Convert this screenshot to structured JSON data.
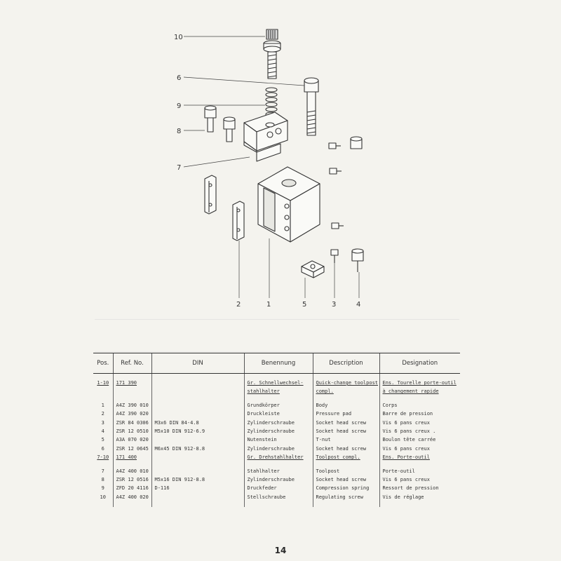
{
  "callouts": {
    "p1": "1",
    "p2": "2",
    "p3": "3",
    "p4": "4",
    "p5": "5",
    "p6": "6",
    "p7": "7",
    "p8": "8",
    "p9": "9",
    "p10": "10"
  },
  "table": {
    "headers": {
      "pos": "Pos.",
      "ref": "Ref. No.",
      "din": "DIN",
      "benennung": "Benennung",
      "description": "Description",
      "designation": "Designation"
    },
    "group1": {
      "pos": "1-10",
      "ref": "171 390",
      "benennung_1": "Gr. Schnellwechsel-",
      "benennung_2": "stahlhalter",
      "description_1": "Quick-change toolpost",
      "description_2": "compl.",
      "designation_1": "Ens. Tourelle porte-outil",
      "designation_2": "à changement rapide"
    },
    "rows": [
      {
        "pos": "1",
        "ref": "A4Z 390 010",
        "din": "",
        "benennung": "Grundkörper",
        "description": "Body",
        "designation": "Corps"
      },
      {
        "pos": "2",
        "ref": "A4Z 390 020",
        "din": "",
        "benennung": "Druckleiste",
        "description": "Pressure pad",
        "designation": "Barre de pression"
      },
      {
        "pos": "3",
        "ref": "ZSR 84 0306",
        "din": "M3x6 DIN 84-4.8",
        "benennung": "Zylinderschraube",
        "description": "Socket head screw",
        "designation": "Vis 6 pans creux"
      },
      {
        "pos": "4",
        "ref": "ZSR 12 0510",
        "din": "M5x10 DIN 912-6.9",
        "benennung": "Zylinderschraube",
        "description": "Socket head screw",
        "designation": "Vis 6 pans creux ."
      },
      {
        "pos": "5",
        "ref": "A3A 070 020",
        "din": "",
        "benennung": "Nutenstein",
        "description": "T-nut",
        "designation": "Boulon tête carrée"
      },
      {
        "pos": "6",
        "ref": "ZSR 12 0645",
        "din": "M6x45 DIN 912-8.8",
        "benennung": "Zylinderschraube",
        "description": "Socket head screw",
        "designation": "Vis 6 pans creux"
      }
    ],
    "group2": {
      "pos": "7-10",
      "ref": "171 400",
      "benennung": "Gr. Drehstahlhalter",
      "description": "Toolpost compl.",
      "designation": "Ens. Porte-outil"
    },
    "rows2": [
      {
        "pos": "7",
        "ref": "A4Z 400 010",
        "din": "",
        "benennung": "Stahlhalter",
        "description": "Toolpost",
        "designation": "Porte-outil"
      },
      {
        "pos": "8",
        "ref": "ZSR 12 0516",
        "din": "M5x16 DIN 912-8.8",
        "benennung": "Zylinderschraube",
        "description": "Socket head screw",
        "designation": "Vis 6 pans creux"
      },
      {
        "pos": "9",
        "ref": "ZFD 20 4116",
        "din": "D-116",
        "benennung": "Druckfeder",
        "description": "Compression spring",
        "designation": "Ressort de pression"
      },
      {
        "pos": "10",
        "ref": "A4Z 400 020",
        "din": "",
        "benennung": "Stellschraube",
        "description": "Regulating screw",
        "designation": "Vis de réglage"
      }
    ]
  },
  "page_number": "14"
}
